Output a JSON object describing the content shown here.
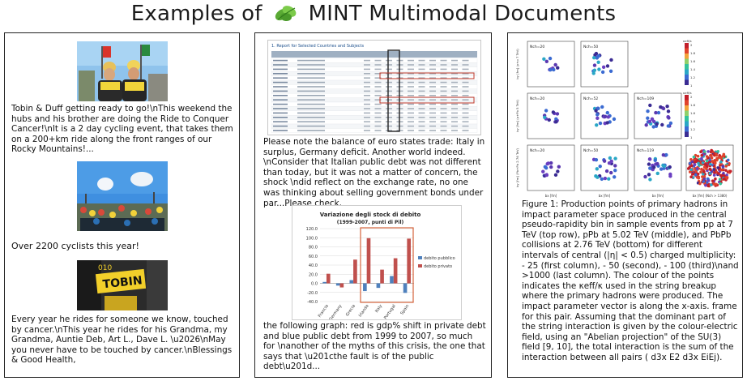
{
  "header": {
    "title_before": "Examples of",
    "title_after": "MINT Multimodal Documents",
    "leaf_color": "#6fbf3f"
  },
  "doc1": {
    "caption1": "Tobin & Duff getting ready to go!\\nThis weekend the hubs and his brother are doing the Ride to Conquer Cancer!\\nIt is a 2 day cycling event, that takes them on a 200+km ride along the front ranges of our Rocky Mountains!...",
    "caption2": "Over 2200 cyclists this year!",
    "caption3": "Every year he rides for someone we know, touched by cancer.\\nThis year he rides for his Grandma, my Grandma, Auntie Deb, Art L., Dave L. \\u2026\\nMay you never have to be touched by cancer.\\nBlessings & Good Health,",
    "sign_text": "TOBIN",
    "bib_text": "010"
  },
  "doc2": {
    "table_title": "1. Report for Selected Countries and Subjects",
    "paragraph1": "Please note the balance of euro states trade: Italy in surplus, Germany deficit. Another world indeed. \\nConsider that Italian public debt was not different than today, but it was not a matter of concern, the shock \\ndid reflect on the exchange rate, no one was thinking about selling government bonds under par...Please check,",
    "paragraph2": "the following graph: red is gdp% shift in private debt and blue public debt from 1999 to 2007, so much for \\nanother of the myths of this crisis, the one that says that \\u201cthe fault is of the public debt\\u201d..."
  },
  "doc3": {
    "caption": "Figure 1: Production points of primary hadrons in impact parameter space produced in the central pseudo-rapidity bin in sample events from pp at 7 TeV (top row), pPb at 5.02 TeV (middle), and PbPb collisions at 2.76 TeV (bottom) for different intervals of central (|η| < 0.5) charged multiplicity: - 25 (first column), - 50 (second), - 100 (third)\\nand >1000 (last column). The colour of the points indicates the κeff/κ used in the string breakup where the primary hadrons were produced. The impact parameter vector is along the x-axis. frame for this pair. Assuming that the dominant part of the string interaction is given by the colour-electric field, using an \"Abelian projection\" of the SU(3) field [9, 10], the total interaction is the sum of the interaction between all pairs ( d3x E2 d3x EiEj).",
    "nch_labels": [
      "Nch=20",
      "Nch=50",
      "Nch=20",
      "Nch=52",
      "Nch=109",
      "Nch=20",
      "Nch=50",
      "Nch=119"
    ],
    "y_labels": [
      "by [fm] (p+p 7 TeV)",
      "by [fm] (p+Pb 5 TeV)",
      "by [fm] (Pb+Pb 2.76 TeV)"
    ],
    "x_labels": [
      "bx [fm]",
      "bx [fm]",
      "bx [fm]",
      "bx [fm] (Nch > 1380)"
    ],
    "colorbar_label": "κeff/κ",
    "colorbar_ticks": [
      "2",
      "1.8",
      "1.6",
      "1.4",
      "1.2",
      "1"
    ]
  },
  "chart_data": {
    "type": "bar",
    "title": "Variazione degli stock di debito",
    "subtitle": "(1999-2007, punti di Pil)",
    "categories": [
      "Francia",
      "Germany",
      "Grecia",
      "Irlanda",
      "Italy",
      "Portugal",
      "Spain"
    ],
    "series": [
      {
        "name": "debito pubblico",
        "color": "#4f81bd",
        "values": [
          3,
          -5,
          7,
          -17,
          -10,
          16,
          -21
        ]
      },
      {
        "name": "debito privato",
        "color": "#c0504d",
        "values": [
          21,
          -9,
          52,
          99,
          30,
          55,
          98
        ]
      }
    ],
    "ylim": [
      -40,
      120
    ],
    "yticks": [
      "120.0",
      "100.0",
      "80.0",
      "60.0",
      "40.0",
      "20.0",
      "0.0",
      "-20.0",
      "-40.0"
    ],
    "grid": true,
    "legend": "right"
  }
}
